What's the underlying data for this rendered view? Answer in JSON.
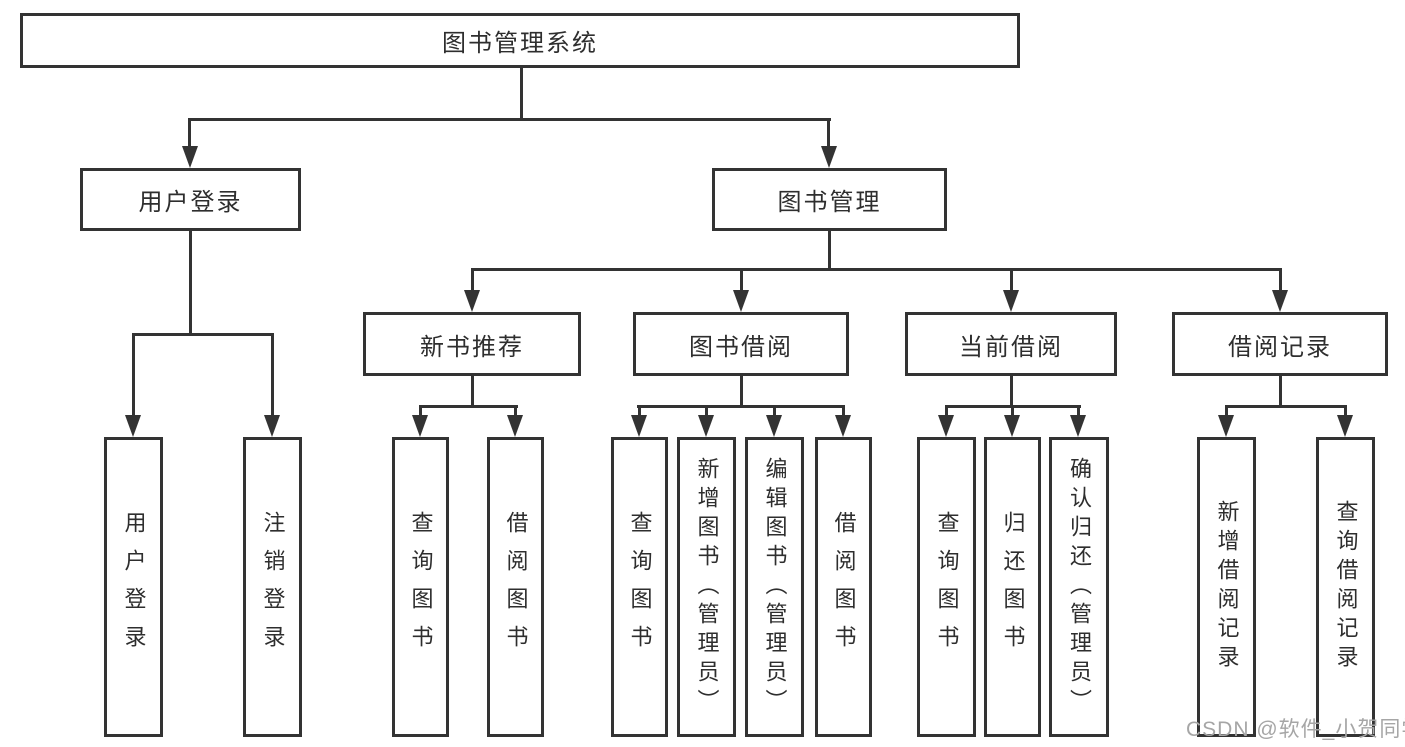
{
  "tree": {
    "label": "图书管理系统",
    "children": [
      {
        "label": "用户登录",
        "children": [
          {
            "label": "用户登录"
          },
          {
            "label": "注销登录"
          }
        ]
      },
      {
        "label": "图书管理",
        "children": [
          {
            "label": "新书推荐",
            "children": [
              {
                "label": "查询图书"
              },
              {
                "label": "借阅图书"
              }
            ]
          },
          {
            "label": "图书借阅",
            "children": [
              {
                "label": "查询图书"
              },
              {
                "label": "新增图书（管理员）"
              },
              {
                "label": "编辑图书（管理员）"
              },
              {
                "label": "借阅图书"
              }
            ]
          },
          {
            "label": "当前借阅",
            "children": [
              {
                "label": "查询图书"
              },
              {
                "label": "归还图书"
              },
              {
                "label": "确认归还（管理员）"
              }
            ]
          },
          {
            "label": "借阅记录",
            "children": [
              {
                "label": "新增借阅记录"
              },
              {
                "label": "查询借阅记录"
              }
            ]
          }
        ]
      }
    ]
  },
  "watermark": {
    "text": "CSDN @软件_小贺同学"
  },
  "colors": {
    "line": "#333333",
    "box_background": "#ffffff",
    "text": "#2e2e2e",
    "watermark": "#a6a6a6",
    "page_background": "#ffffff"
  }
}
